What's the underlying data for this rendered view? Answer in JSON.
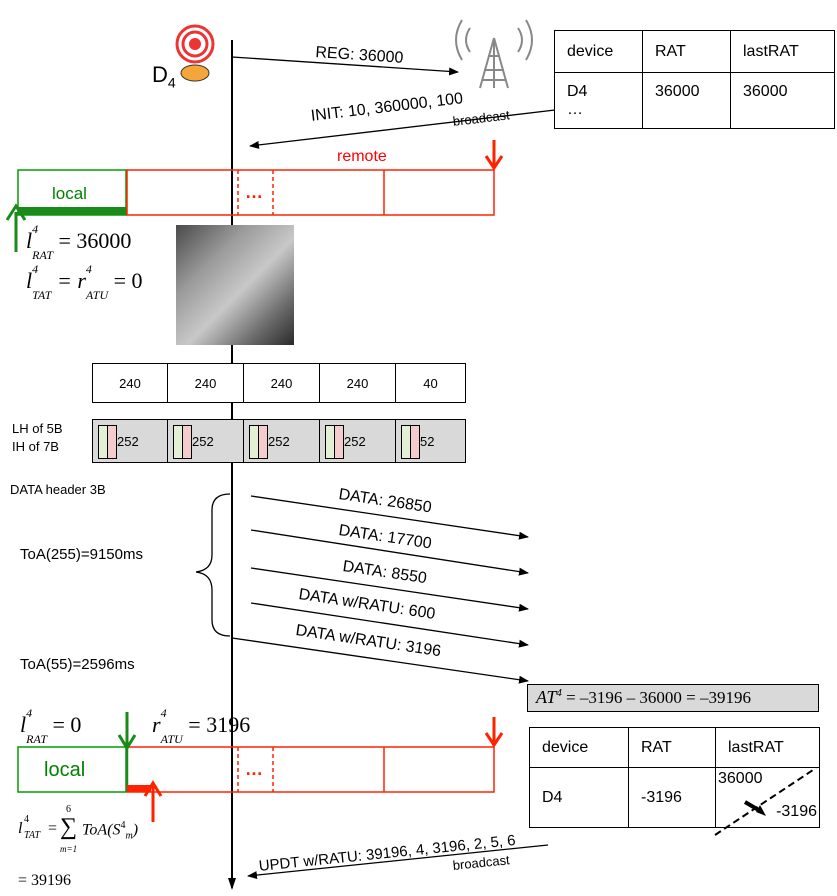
{
  "device_label": "D",
  "device_sub": "4",
  "msg_reg": "REG: 36000",
  "msg_init": "INIT: 10, 360000, 100",
  "broadcast_top": "broadcast",
  "table1": {
    "headers": [
      "device",
      "RAT",
      "lastRAT"
    ],
    "row_device": "D4",
    "row_ellipsis": "…",
    "row_rat": "36000",
    "row_lastrat": "36000"
  },
  "remote_label": "remote",
  "local_label_top": "local",
  "dots": "…",
  "eq1": "l⁴RAT = 36000",
  "eq1_lhs": "l",
  "eq1_sup": "4",
  "eq1_sub": "RAT",
  "eq1_rhs": " = 36000",
  "eq2_l": "l",
  "eq2_sub1": "TAT",
  "eq2_mid": " = r",
  "eq2_sub2": "ATU",
  "eq2_rhs": " = 0",
  "segments": [
    "240",
    "240",
    "240",
    "240",
    "40"
  ],
  "payloads": [
    "252",
    "252",
    "252",
    "252",
    "52"
  ],
  "lh_label": "LH of 5B",
  "ih_label": "IH of 7B",
  "data_header": "DATA header 3B",
  "toa255": "ToA(255)=9150ms",
  "toa55": "ToA(55)=2596ms",
  "data_msgs": [
    "DATA: 26850",
    "DATA: 17700",
    "DATA: 8550",
    "DATA w/RATU: 600",
    "DATA w/RATU: 3196"
  ],
  "at_box": "AT⁴ = –3196 – 36000 = –39196",
  "at_lhs": "AT",
  "at_sup": "4",
  "at_rhs": " = –3196 – 36000 = –39196",
  "eq3_rhs": " = 0",
  "eq4_rhs": " = 3196",
  "local_label_bottom": "local",
  "table2": {
    "headers": [
      "device",
      "RAT",
      "lastRAT"
    ],
    "row_device": "D4",
    "row_rat": "-3196",
    "row_last_old": "36000",
    "row_last_new": "-3196"
  },
  "sum_lhs_sub": "TAT",
  "sum_top": "6",
  "sum_bottom": "m=1",
  "sum_body": "ToA(S",
  "sum_body_sub": "m",
  "sum_body_end": ")",
  "sum_result": "= 39196",
  "msg_updt": "UPDT w/RATU: 39196, 4, 3196, 2, 5, 6",
  "broadcast_bottom": "broadcast",
  "colors": {
    "remote": "#ff0000",
    "local": "#008000",
    "arrow_red": "#ff2200"
  }
}
